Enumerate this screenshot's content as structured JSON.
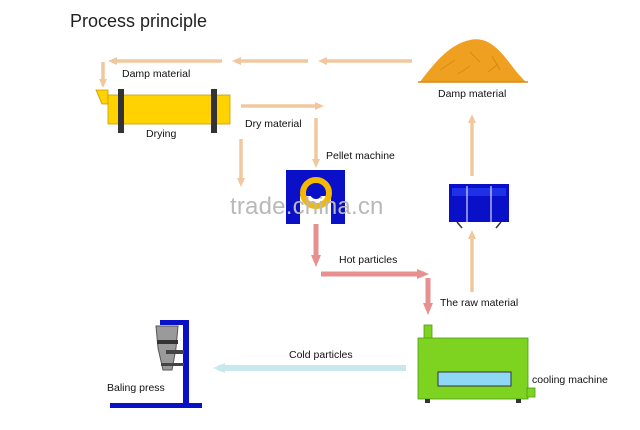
{
  "title": "Process principle",
  "watermark": "trade.china.cn",
  "labels": {
    "damp_material_top": "Damp material",
    "drying": "Drying",
    "dry_material": "Dry material",
    "damp_material_pile": "Damp material",
    "pellet_machine": "Pellet machine",
    "hot_particles": "Hot particles",
    "raw_material": "The raw material",
    "cold_particles": "Cold particles",
    "cooling_machine": "cooling machine",
    "baling_press": "Baling press"
  },
  "colors": {
    "arrow_tan": "#f0c79e",
    "arrow_red": "#e89090",
    "arrow_cyan": "#c9e8ec",
    "dryer_yellow": "#ffd200",
    "machine_blue": "#0a10c8",
    "cooler_green": "#7ed321",
    "pile_orange": "#f0a020"
  }
}
